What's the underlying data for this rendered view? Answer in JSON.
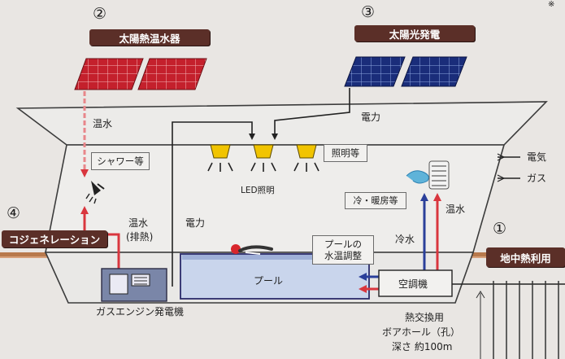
{
  "corner_note": "※",
  "numbers": {
    "n1": "①",
    "n2": "②",
    "n3": "③",
    "n4": "④"
  },
  "tags": {
    "solar_thermal": "太陽熱温水器",
    "solar_power": "太陽光発電",
    "cogeneration": "コジェネレーション",
    "geothermal": "地中熱利用"
  },
  "labels": {
    "hot_water_top": "温水",
    "electricity_top": "電力",
    "shower": "シャワー等",
    "lighting": "照明等",
    "led": "LED照明",
    "hot_water_left": "温水",
    "exhaust_heat": "(排熱)",
    "electricity_mid": "電力",
    "cooling_heating": "冷・暖房等",
    "hot_water_right": "温水",
    "cold_water": "冷水",
    "electricity_side": "電気",
    "gas_side": "ガス",
    "pool_temp_line1": "プールの",
    "pool_temp_line2": "水温調整",
    "pool": "プール",
    "air_conditioner": "空調機",
    "gas_engine": "ガスエンジン発電機",
    "borehole_line1": "熱交換用",
    "borehole_line2": "ボアホール（孔）",
    "borehole_line3": "深さ 約100m"
  },
  "colors": {
    "tag_bg": "#5b2f28",
    "hot_red": "#d9363e",
    "hot_dashed": "#e8868a",
    "cold_blue": "#2a3f9a",
    "panel_red": "#c4202c",
    "panel_blue": "#1a2d7a"
  },
  "icons": [
    "solar-thermal-panel-icon",
    "solar-pv-panel-icon",
    "ceiling-lamp-icon",
    "shower-icon",
    "radiator-icon",
    "swimmer-icon",
    "gas-engine-icon",
    "heat-pump-icon",
    "borehole-icon"
  ]
}
